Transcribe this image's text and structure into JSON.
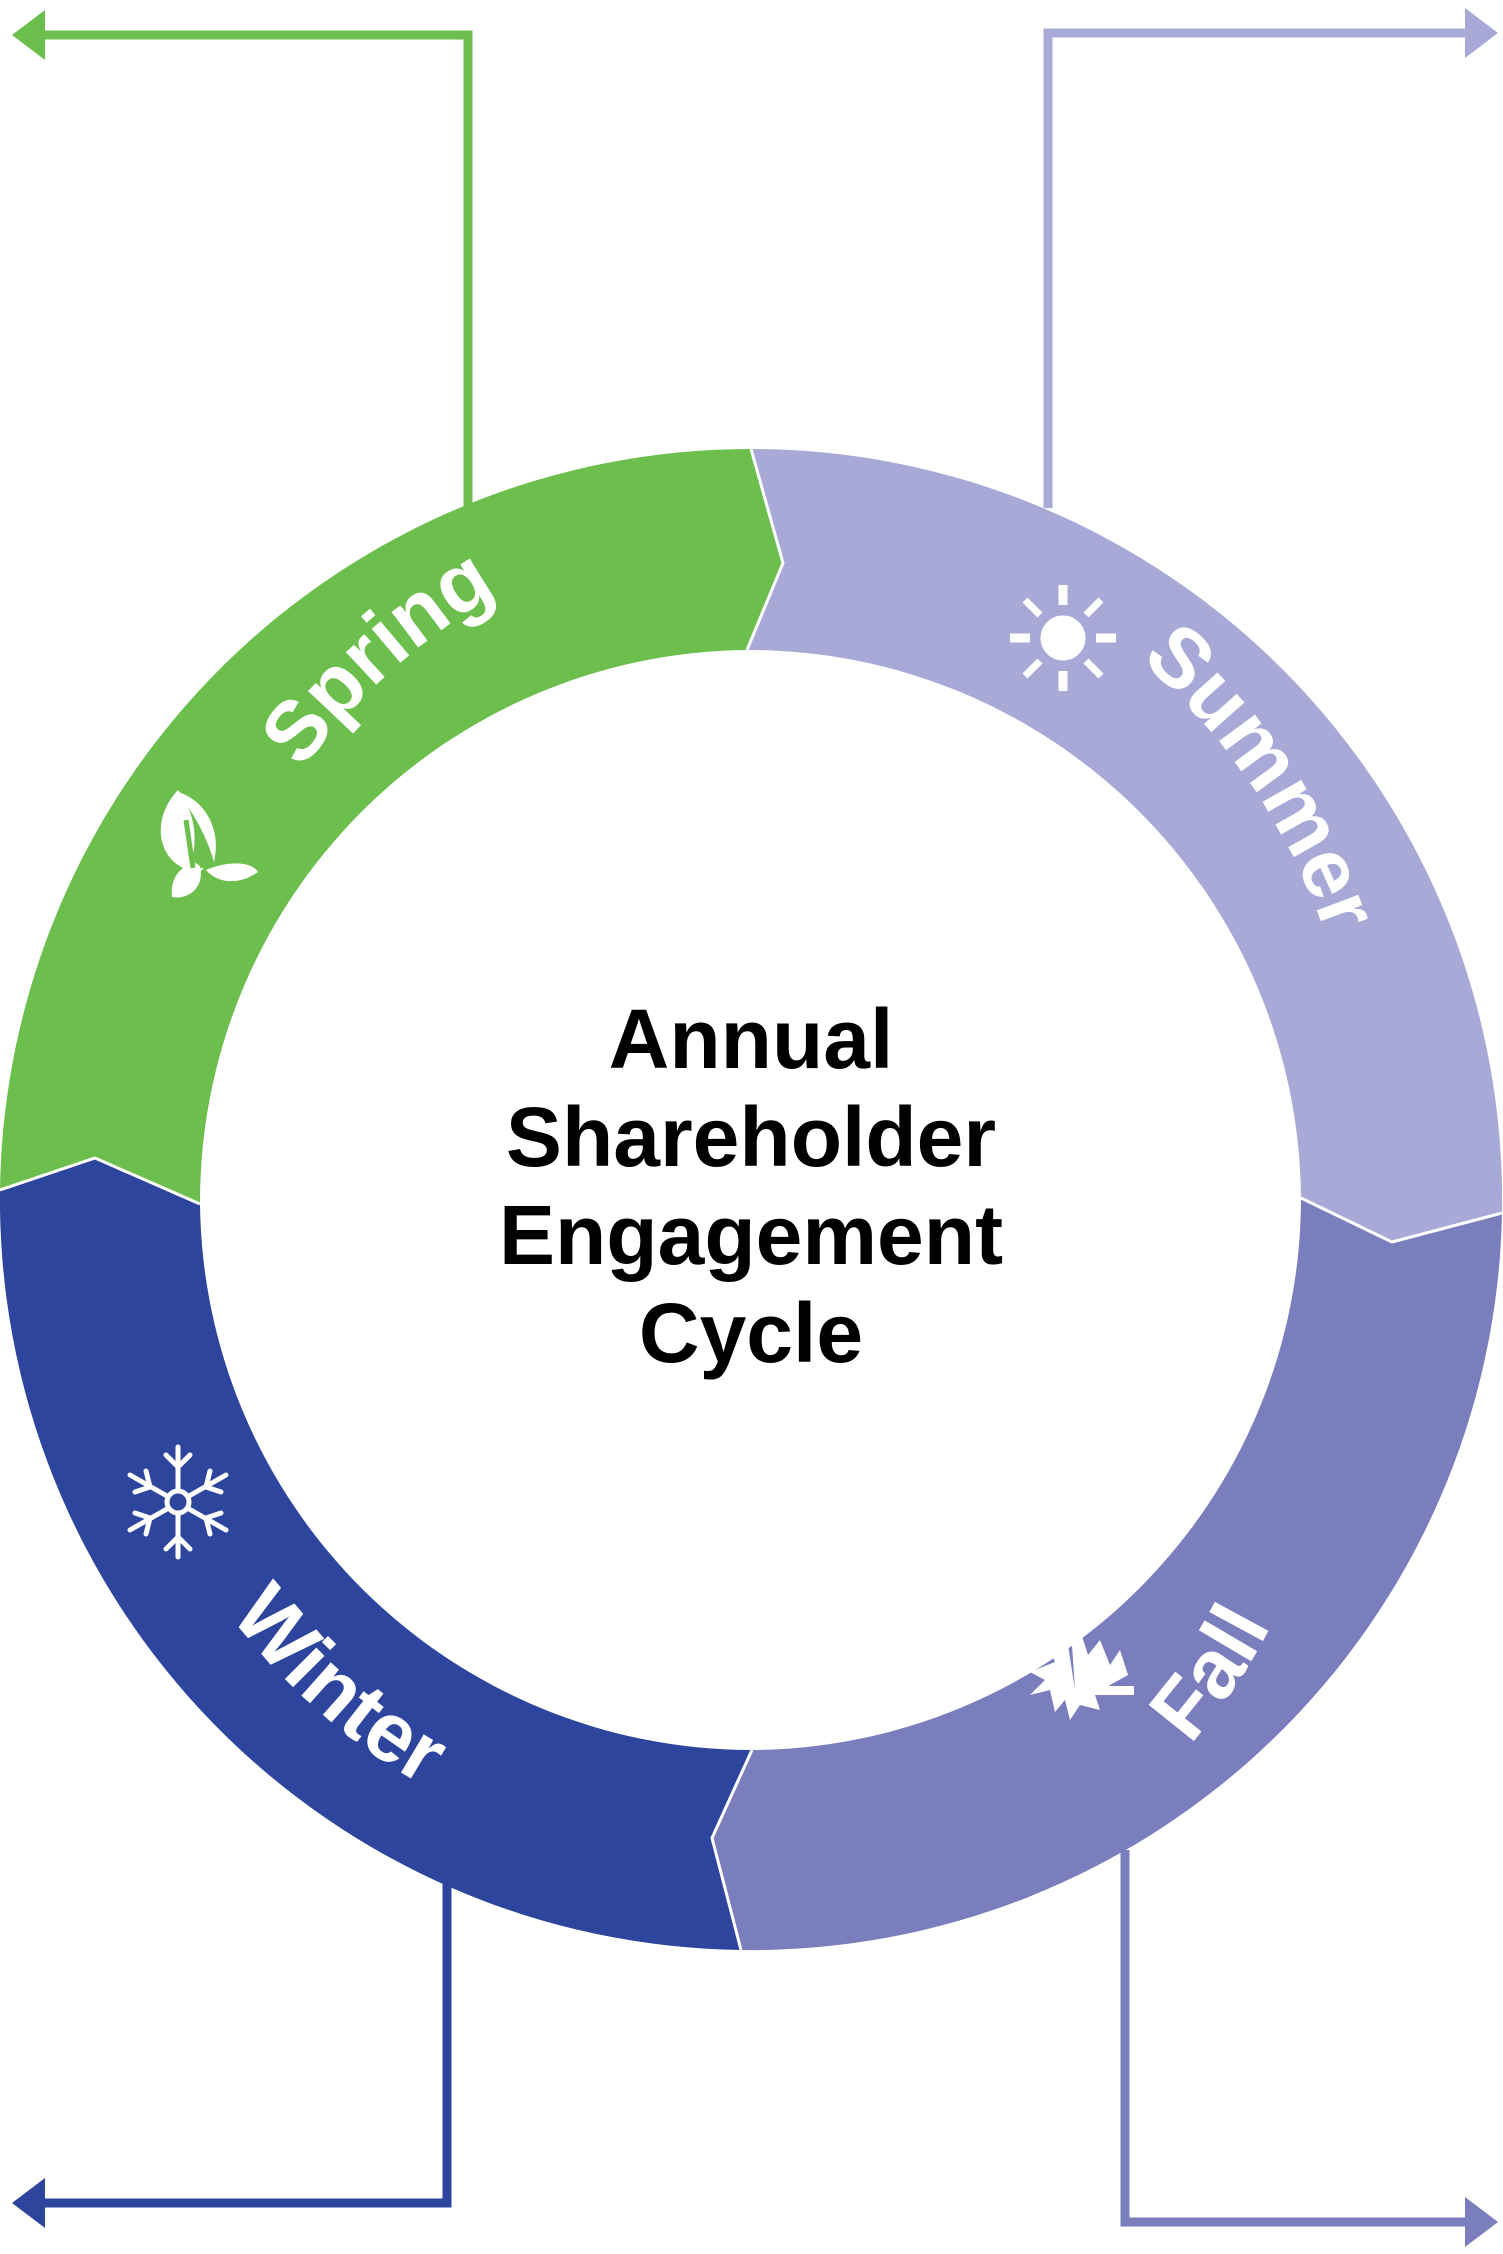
{
  "title_lines": [
    "Annual",
    "Shareholder",
    "Engagement",
    "Cycle"
  ],
  "seasons": [
    {
      "key": "spring",
      "label": "Spring",
      "icon": "sprout-icon",
      "color": "#6cbe4d"
    },
    {
      "key": "summer",
      "label": "Summer",
      "icon": "sun-icon",
      "color": "#a8a9d6"
    },
    {
      "key": "fall",
      "label": "Fall",
      "icon": "maple-leaf-icon",
      "color": "#7a7ebd"
    },
    {
      "key": "winter",
      "label": "Winter",
      "icon": "snowflake-icon",
      "color": "#2d459c"
    }
  ],
  "colors": {
    "text": "#000000",
    "label": "#ffffff",
    "background": "#ffffff"
  }
}
